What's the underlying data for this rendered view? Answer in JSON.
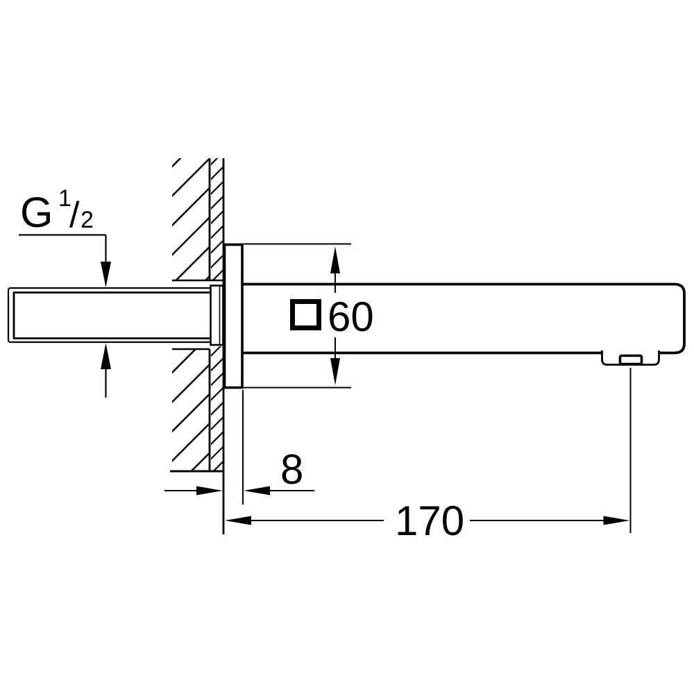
{
  "drawing": {
    "type": "technical-dimension-drawing",
    "subject": "wall-mounted-spout-side-view",
    "colors": {
      "line": "#000000",
      "background": "#ffffff"
    },
    "annotations": {
      "thread_size": {
        "prefix": "G",
        "numerator": "1",
        "separator": "/",
        "denominator": "2"
      },
      "profile_width": {
        "symbol": "square-symbol",
        "value": "60"
      },
      "escutcheon_depth": {
        "value": "8"
      },
      "spout_projection": {
        "value": "170"
      }
    }
  }
}
